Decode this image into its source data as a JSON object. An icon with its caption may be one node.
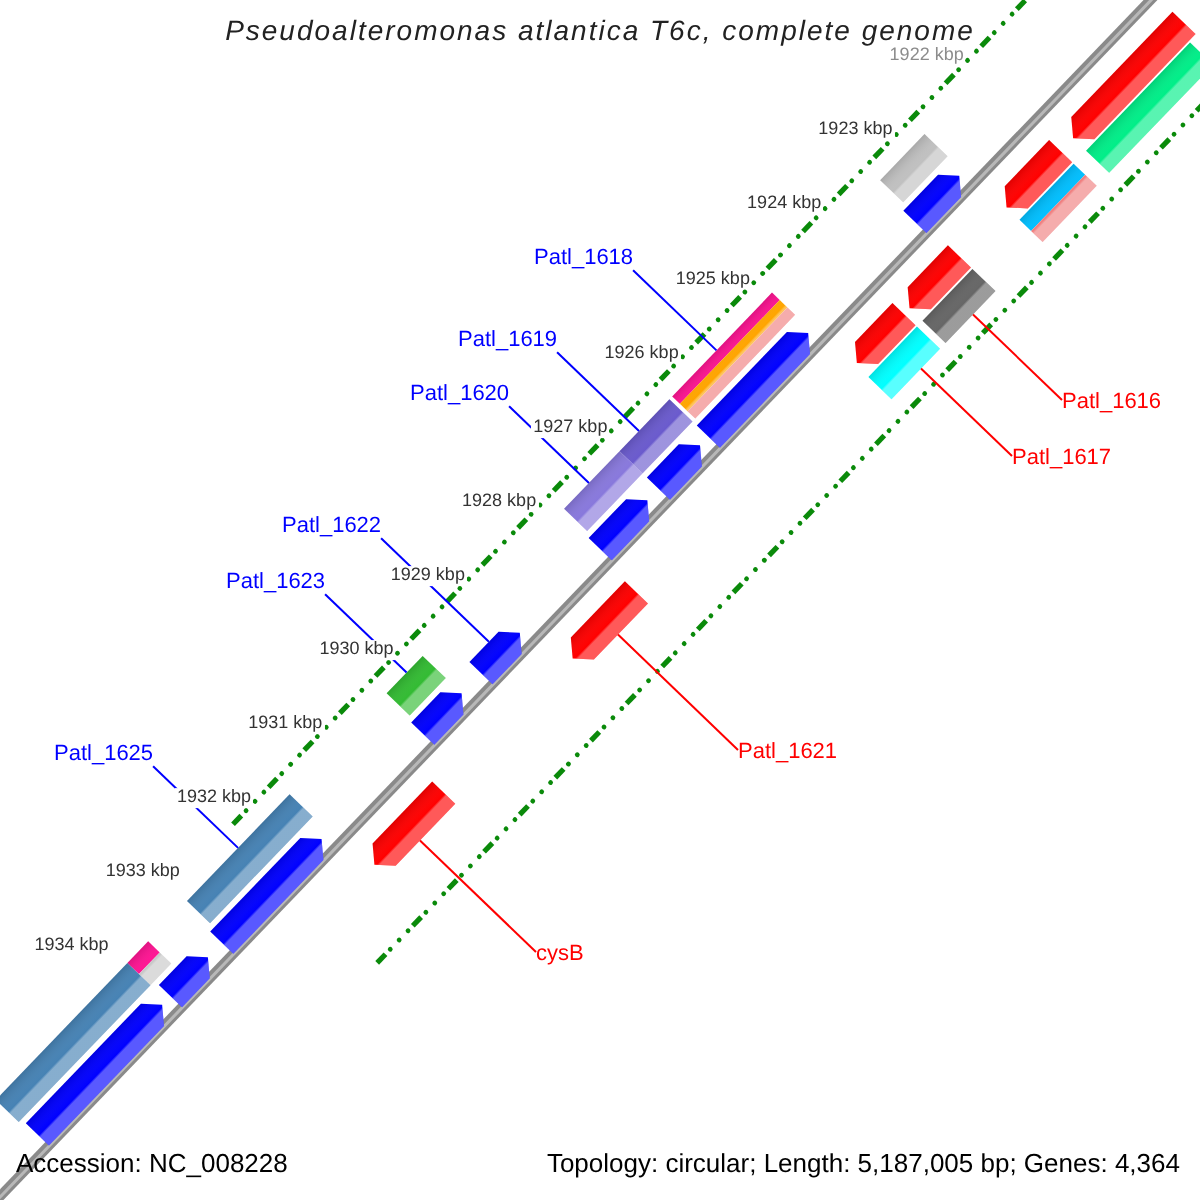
{
  "diagram": {
    "title": "Pseudoalteromonas atlantica T6c, complete genome",
    "nodes": [
      {
        "text": [
          "Patl_1618"
        ]
      },
      {
        "text": [
          "Patl_1619"
        ]
      },
      {
        "text": [
          "Patl_1620"
        ]
      },
      {
        "text": [
          "Patl_1616"
        ]
      },
      {
        "text": [
          "Patl_1617"
        ]
      },
      {
        "text": [
          "Patl_1622"
        ]
      },
      {
        "text": [
          "Patl_1623"
        ]
      },
      {
        "text": [
          "Patl_1621"
        ]
      },
      {
        "text": [
          "Patl_1625"
        ]
      },
      {
        "text": [
          "cysB"
        ]
      },
      {
        "text": [],
        "shape": "bar"
      },
      {
        "text": [],
        "shape": "bar"
      },
      {
        "text": [],
        "shape": "bar"
      },
      {
        "text": [],
        "shape": "bar"
      },
      {
        "text": [],
        "shape": "bar"
      },
      {
        "text": [],
        "shape": "bar"
      },
      {
        "text": [],
        "shape": "bar"
      },
      {
        "text": [],
        "shape": "bar"
      },
      {
        "text": [],
        "shape": "bar"
      },
      {
        "text": [],
        "shape": "bar"
      },
      {
        "text": [],
        "shape": "bar"
      },
      {
        "text": [],
        "shape": "bar"
      },
      {
        "text": [],
        "shape": "bar"
      },
      {
        "text": [],
        "shape": "bar"
      },
      {
        "text": [],
        "shape": "bar"
      },
      {
        "text": [],
        "shape": "bar"
      },
      {
        "text": [],
        "shape": "bar"
      },
      {
        "text": [],
        "shape": "bar"
      },
      {
        "text": [],
        "shape": "bar"
      },
      {
        "text": [],
        "shape": "bar"
      },
      {
        "text": [],
        "shape": "bar"
      },
      {
        "text": [],
        "shape": "bar"
      },
      {
        "text": [],
        "shape": "bar"
      },
      {
        "text": [],
        "shape": "bar"
      },
      {
        "text": [],
        "shape": "bar"
      },
      {
        "text": [],
        "shape": "bar"
      },
      {
        "text": [],
        "shape": "bar"
      }
    ],
    "edges": [
      {
        "from": 0,
        "to": 19,
        "arrow": "none"
      },
      {
        "from": 1,
        "to": 22,
        "arrow": "none"
      },
      {
        "from": 2,
        "to": 24,
        "arrow": "none"
      },
      {
        "from": 3,
        "to": 17,
        "arrow": "none",
        "color": "#ff0000"
      },
      {
        "from": 4,
        "to": 20,
        "arrow": "none",
        "color": "#ff0000"
      },
      {
        "from": 5,
        "to": 27,
        "arrow": "none"
      },
      {
        "from": 6,
        "to": 28,
        "arrow": "none"
      },
      {
        "from": 7,
        "to": 26,
        "arrow": "none",
        "color": "#ff0000"
      },
      {
        "from": 8,
        "to": 31,
        "arrow": "none"
      },
      {
        "from": 9,
        "to": 30,
        "arrow": "none",
        "color": "#ff0000"
      }
    ],
    "labels": [
      "1922 kbp",
      "1923 kbp",
      "1924 kbp",
      "1925 kbp",
      "1926 kbp",
      "1927 kbp",
      "1928 kbp",
      "1929 kbp",
      "1930 kbp",
      "1931 kbp",
      "1932 kbp",
      "1933 kbp",
      "1934 kbp",
      "Accession: NC_008228",
      "Topology: circular; Length: 5,187,005 bp; Genes: 4,364"
    ]
  }
}
